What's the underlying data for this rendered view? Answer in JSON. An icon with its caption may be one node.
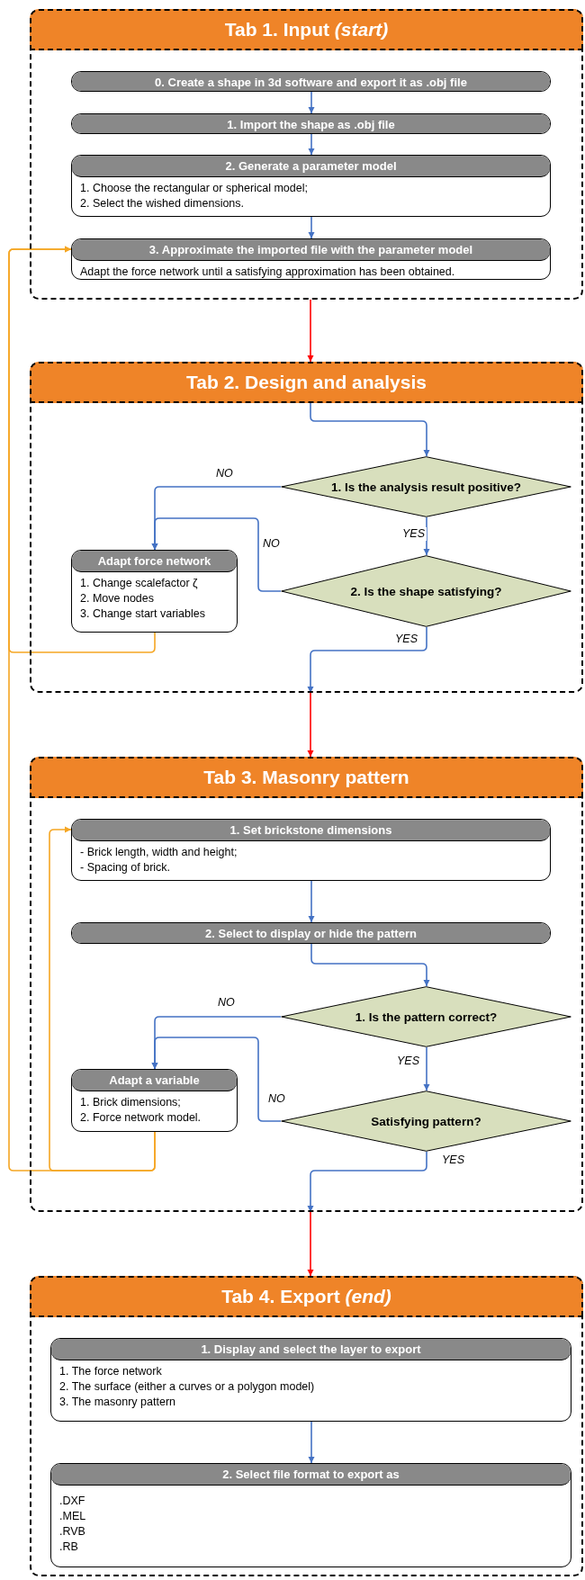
{
  "diagram": {
    "nodes": [
      {
        "text": [
          "Tab 1. Input *(start)*"
        ]
      },
      {
        "text": [
          "0. Create a shape in 3d software and export it as .obj file"
        ],
        "in": 0
      },
      {
        "text": [
          "1. Import the shape as .obj file"
        ],
        "in": 0
      },
      {
        "text": [
          "2. Generate a parameter model",
          "1. Choose the rectangular or spherical model;",
          "2. Select the wished dimensions."
        ],
        "in": 0
      },
      {
        "text": [
          "3. Approximate the imported file with the parameter model",
          "Adapt the force network until a satisfying approximation has been obtained."
        ],
        "in": 0
      },
      {
        "text": [
          "Tab 2. Design and analysis"
        ]
      },
      {
        "text": [
          "1. Is the analysis result positive?"
        ],
        "in": 5
      },
      {
        "text": [
          "Adapt force network",
          "1. Change scalefactor ζ",
          "2. Move nodes",
          "3. Change start variables"
        ],
        "in": 5
      },
      {
        "text": [
          "2. Is the shape satisfying?"
        ],
        "in": 5
      },
      {
        "text": [
          "Tab 3. Masonry pattern"
        ]
      },
      {
        "text": [
          "1. Set brickstone dimensions",
          "- Brick length, width and height;",
          "- Spacing of brick."
        ],
        "in": 9
      },
      {
        "text": [
          "2. Select to display or hide the pattern"
        ],
        "in": 9
      },
      {
        "text": [
          "1. Is the pattern correct?"
        ],
        "in": 9
      },
      {
        "text": [
          "Adapt a variable",
          "1. Brick dimensions;",
          "2. Force network model."
        ],
        "in": 9
      },
      {
        "text": [
          "Satisfying pattern?"
        ],
        "in": 9
      },
      {
        "text": [
          "Tab 4. Export *(end)*"
        ]
      },
      {
        "text": [
          "1. Display and select the layer to export",
          "1. The force network",
          "2. The surface (either a curves or a polygon model)",
          "3. The masonry pattern"
        ],
        "in": 15
      },
      {
        "text": [
          "2. Select file format to export as",
          ".DXF",
          ".MEL",
          ".RVB",
          ".RB"
        ],
        "in": 15
      }
    ],
    "edges": [
      {
        "from": 1,
        "to": 2,
        "arrow": "to"
      },
      {
        "from": 2,
        "to": 3,
        "arrow": "to"
      },
      {
        "from": 3,
        "to": 4,
        "arrow": "to"
      },
      {
        "from": 0,
        "to": 5,
        "arrow": "to",
        "color": "#ff0000"
      },
      {
        "from": 5,
        "to": 6,
        "arrow": "to"
      },
      {
        "from": 6,
        "to": 7,
        "arrow": "to",
        "label": "NO"
      },
      {
        "from": 6,
        "to": 8,
        "arrow": "to",
        "label": "YES"
      },
      {
        "from": 8,
        "to": 7,
        "arrow": "to",
        "label": "NO"
      },
      {
        "from": 8,
        "to": 5,
        "arrow": "to",
        "label": "YES"
      },
      {
        "from": 7,
        "to": 4,
        "arrow": "to",
        "color": "#f5a623"
      },
      {
        "from": 5,
        "to": 9,
        "arrow": "to",
        "color": "#ff0000"
      },
      {
        "from": 10,
        "to": 11,
        "arrow": "to"
      },
      {
        "from": 11,
        "to": 12,
        "arrow": "to"
      },
      {
        "from": 12,
        "to": 13,
        "arrow": "to",
        "label": "NO"
      },
      {
        "from": 12,
        "to": 14,
        "arrow": "to",
        "label": "YES"
      },
      {
        "from": 14,
        "to": 13,
        "arrow": "to",
        "label": "NO"
      },
      {
        "from": 14,
        "to": 9,
        "arrow": "to",
        "label": "YES"
      },
      {
        "from": 13,
        "to": 10,
        "arrow": "to",
        "color": "#f5a623"
      },
      {
        "from": 13,
        "to": 4,
        "arrow": "to",
        "color": "#f5a623"
      },
      {
        "from": 9,
        "to": 15,
        "arrow": "to",
        "color": "#ff0000"
      },
      {
        "from": 16,
        "to": 17,
        "arrow": "to"
      }
    ]
  }
}
